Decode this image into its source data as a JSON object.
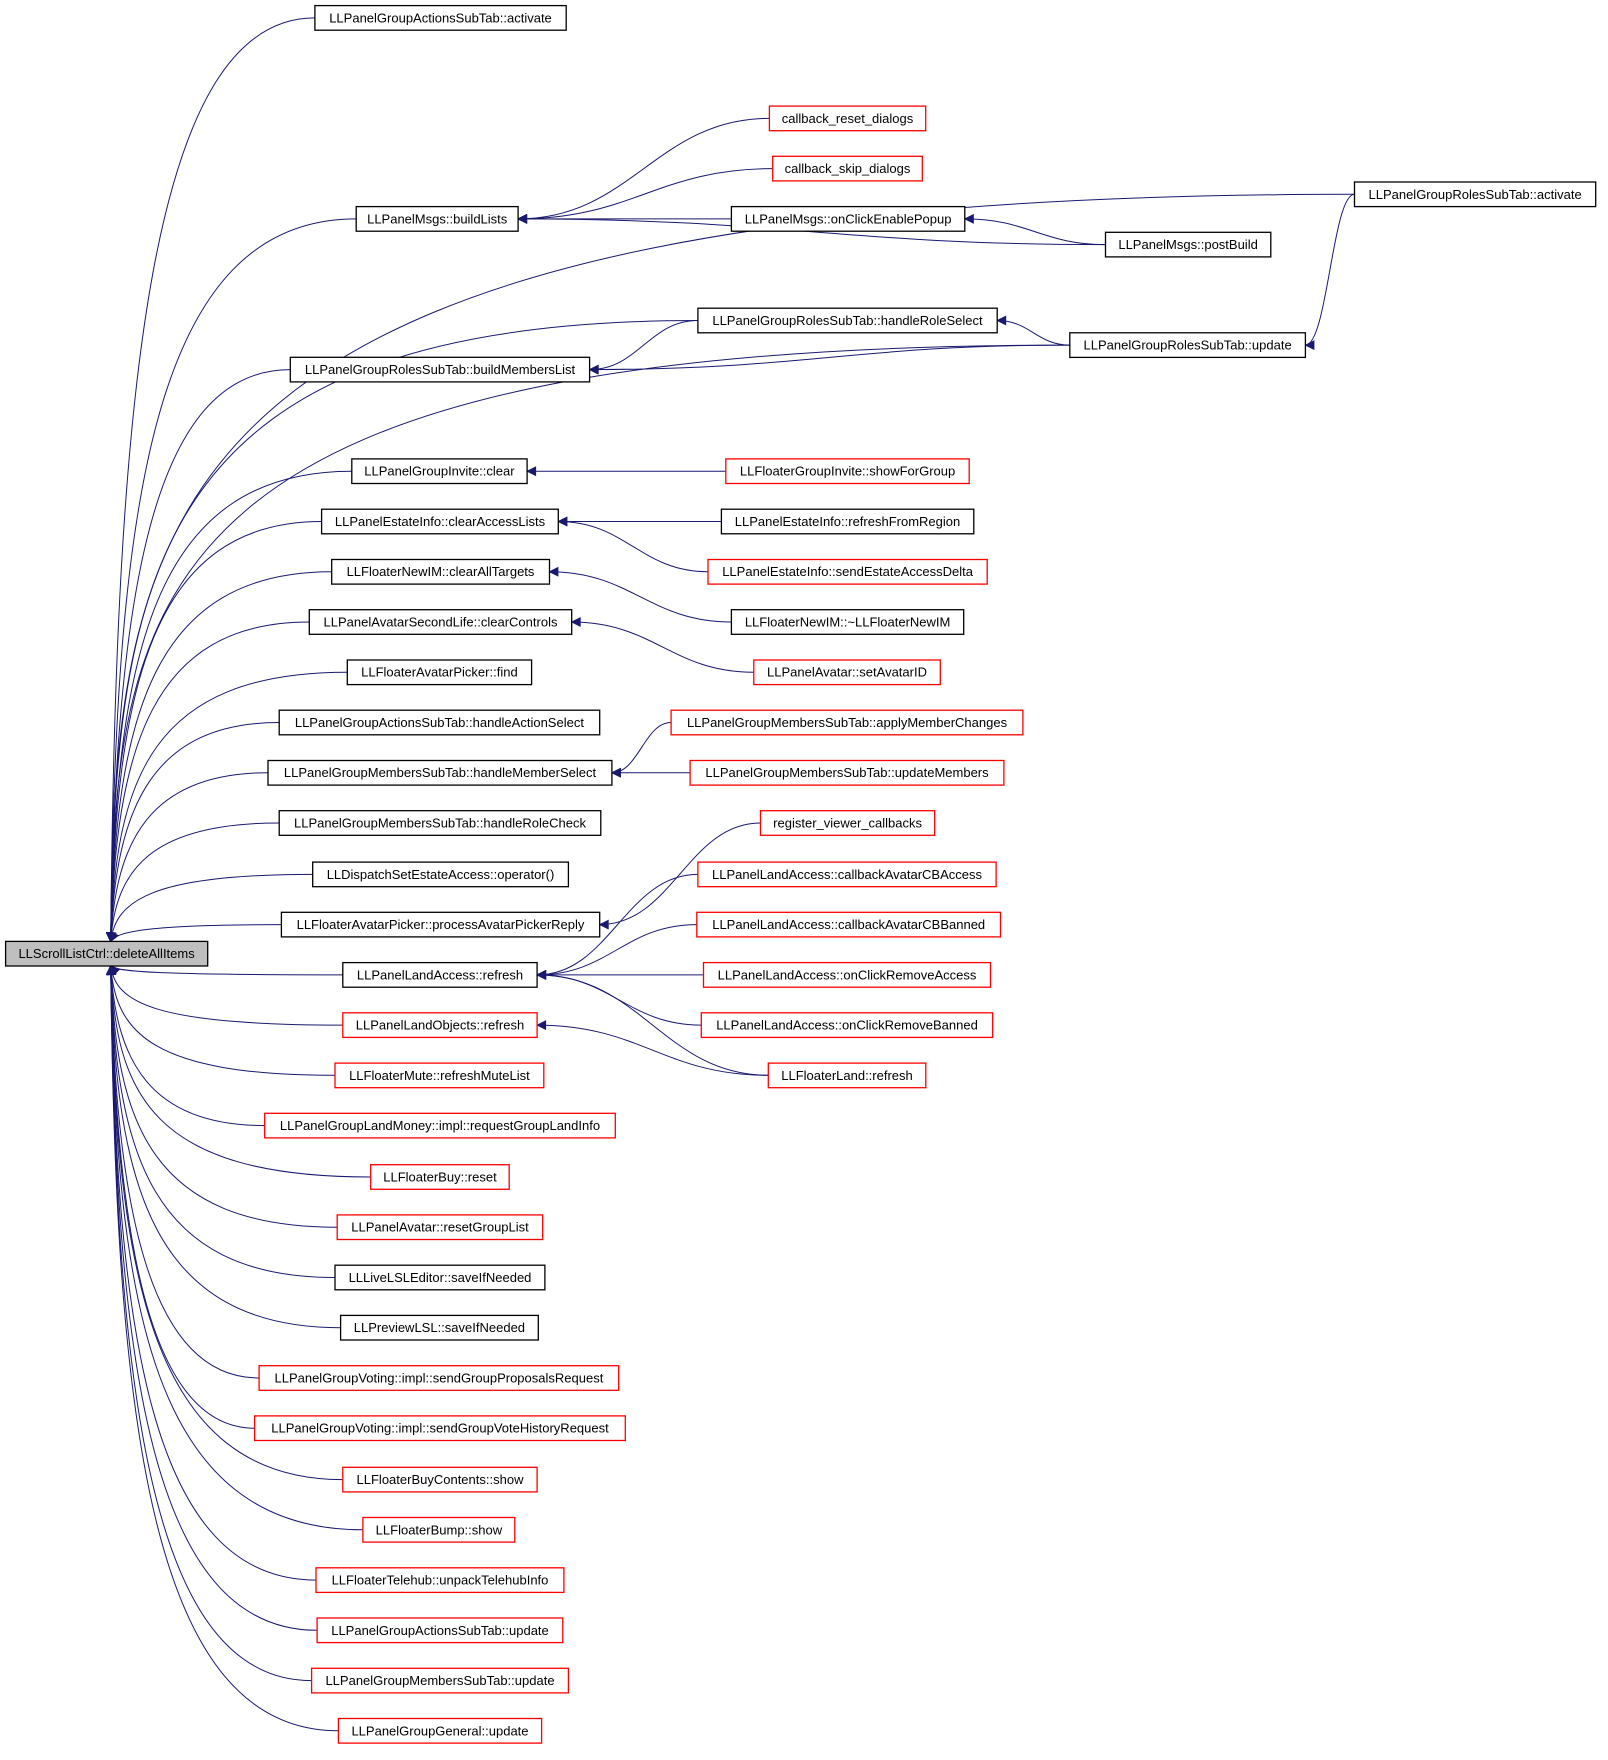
{
  "colors": {
    "edge": "#191970",
    "arrowhead": "#191970",
    "node_border_documented": "#000000",
    "node_border_undocumented": "#ff0000",
    "root_fill": "#bfbfbf",
    "node_fill": "#ffffff"
  },
  "nodes": [
    {
      "id": "root",
      "label": "LLScrollListCtrl::deleteAllItems",
      "style": "root"
    },
    {
      "id": "n1",
      "label": "LLPanelGroupActionsSubTab::activate",
      "style": "black"
    },
    {
      "id": "n2",
      "label": "callback_reset_dialogs",
      "style": "red"
    },
    {
      "id": "n3",
      "label": "callback_skip_dialogs",
      "style": "red"
    },
    {
      "id": "n4",
      "label": "LLPanelMsgs::buildLists",
      "style": "black"
    },
    {
      "id": "n5",
      "label": "LLPanelMsgs::onClickEnablePopup",
      "style": "black"
    },
    {
      "id": "n6",
      "label": "LLPanelMsgs::postBuild",
      "style": "black"
    },
    {
      "id": "n7",
      "label": "LLPanelGroupRolesSubTab::activate",
      "style": "black"
    },
    {
      "id": "n8",
      "label": "LLPanelGroupRolesSubTab::handleRoleSelect",
      "style": "black"
    },
    {
      "id": "n9",
      "label": "LLPanelGroupRolesSubTab::update",
      "style": "black"
    },
    {
      "id": "n10",
      "label": "LLPanelGroupRolesSubTab::buildMembersList",
      "style": "black"
    },
    {
      "id": "n11",
      "label": "LLPanelGroupInvite::clear",
      "style": "black"
    },
    {
      "id": "n12",
      "label": "LLFloaterGroupInvite::showForGroup",
      "style": "red"
    },
    {
      "id": "n13",
      "label": "LLPanelEstateInfo::clearAccessLists",
      "style": "black"
    },
    {
      "id": "n14",
      "label": "LLPanelEstateInfo::refreshFromRegion",
      "style": "black"
    },
    {
      "id": "n15",
      "label": "LLPanelEstateInfo::sendEstateAccessDelta",
      "style": "red"
    },
    {
      "id": "n16",
      "label": "LLFloaterNewIM::clearAllTargets",
      "style": "black"
    },
    {
      "id": "n17",
      "label": "LLFloaterNewIM::~LLFloaterNewIM",
      "style": "black"
    },
    {
      "id": "n18",
      "label": "LLPanelAvatarSecondLife::clearControls",
      "style": "black"
    },
    {
      "id": "n19",
      "label": "LLPanelAvatar::setAvatarID",
      "style": "red"
    },
    {
      "id": "n20",
      "label": "LLFloaterAvatarPicker::find",
      "style": "black"
    },
    {
      "id": "n21",
      "label": "LLPanelGroupActionsSubTab::handleActionSelect",
      "style": "black"
    },
    {
      "id": "n22",
      "label": "LLPanelGroupMembersSubTab::applyMemberChanges",
      "style": "red"
    },
    {
      "id": "n23",
      "label": "LLPanelGroupMembersSubTab::handleMemberSelect",
      "style": "black"
    },
    {
      "id": "n24",
      "label": "LLPanelGroupMembersSubTab::updateMembers",
      "style": "red"
    },
    {
      "id": "n25",
      "label": "LLPanelGroupMembersSubTab::handleRoleCheck",
      "style": "black"
    },
    {
      "id": "n26",
      "label": "register_viewer_callbacks",
      "style": "red"
    },
    {
      "id": "n27",
      "label": "LLDispatchSetEstateAccess::operator()",
      "style": "black"
    },
    {
      "id": "n28",
      "label": "LLPanelLandAccess::callbackAvatarCBAccess",
      "style": "red"
    },
    {
      "id": "n29",
      "label": "LLFloaterAvatarPicker::processAvatarPickerReply",
      "style": "black"
    },
    {
      "id": "n30",
      "label": "LLPanelLandAccess::callbackAvatarCBBanned",
      "style": "red"
    },
    {
      "id": "n31",
      "label": "LLPanelLandAccess::refresh",
      "style": "black"
    },
    {
      "id": "n32",
      "label": "LLPanelLandAccess::onClickRemoveAccess",
      "style": "red"
    },
    {
      "id": "n33",
      "label": "LLPanelLandObjects::refresh",
      "style": "red"
    },
    {
      "id": "n34",
      "label": "LLPanelLandAccess::onClickRemoveBanned",
      "style": "red"
    },
    {
      "id": "n35",
      "label": "LLFloaterMute::refreshMuteList",
      "style": "red"
    },
    {
      "id": "n36",
      "label": "LLFloaterLand::refresh",
      "style": "red"
    },
    {
      "id": "n37",
      "label": "LLPanelGroupLandMoney::impl::requestGroupLandInfo",
      "style": "red"
    },
    {
      "id": "n38",
      "label": "LLFloaterBuy::reset",
      "style": "red"
    },
    {
      "id": "n39",
      "label": "LLPanelAvatar::resetGroupList",
      "style": "red"
    },
    {
      "id": "n40",
      "label": "LLLiveLSLEditor::saveIfNeeded",
      "style": "black"
    },
    {
      "id": "n41",
      "label": "LLPreviewLSL::saveIfNeeded",
      "style": "black"
    },
    {
      "id": "n42",
      "label": "LLPanelGroupVoting::impl::sendGroupProposalsRequest",
      "style": "red"
    },
    {
      "id": "n43",
      "label": "LLPanelGroupVoting::impl::sendGroupVoteHistoryRequest",
      "style": "red"
    },
    {
      "id": "n44",
      "label": "LLFloaterBuyContents::show",
      "style": "red"
    },
    {
      "id": "n45",
      "label": "LLFloaterBump::show",
      "style": "red"
    },
    {
      "id": "n46",
      "label": "LLFloaterTelehub::unpackTelehubInfo",
      "style": "red"
    },
    {
      "id": "n47",
      "label": "LLPanelGroupActionsSubTab::update",
      "style": "red"
    },
    {
      "id": "n48",
      "label": "LLPanelGroupMembersSubTab::update",
      "style": "red"
    },
    {
      "id": "n49",
      "label": "LLPanelGroupGeneral::update",
      "style": "red"
    }
  ],
  "edges": [
    {
      "from": "n1",
      "to": "root"
    },
    {
      "from": "n7",
      "to": "root"
    },
    {
      "from": "n4",
      "to": "root"
    },
    {
      "from": "n8",
      "to": "root"
    },
    {
      "from": "n10",
      "to": "root"
    },
    {
      "from": "n9",
      "to": "root"
    },
    {
      "from": "n11",
      "to": "root"
    },
    {
      "from": "n13",
      "to": "root"
    },
    {
      "from": "n16",
      "to": "root"
    },
    {
      "from": "n18",
      "to": "root"
    },
    {
      "from": "n20",
      "to": "root"
    },
    {
      "from": "n21",
      "to": "root"
    },
    {
      "from": "n23",
      "to": "root"
    },
    {
      "from": "n25",
      "to": "root"
    },
    {
      "from": "n27",
      "to": "root"
    },
    {
      "from": "n29",
      "to": "root"
    },
    {
      "from": "n31",
      "to": "root"
    },
    {
      "from": "n33",
      "to": "root"
    },
    {
      "from": "n35",
      "to": "root"
    },
    {
      "from": "n37",
      "to": "root"
    },
    {
      "from": "n38",
      "to": "root"
    },
    {
      "from": "n39",
      "to": "root"
    },
    {
      "from": "n40",
      "to": "root"
    },
    {
      "from": "n41",
      "to": "root"
    },
    {
      "from": "n42",
      "to": "root"
    },
    {
      "from": "n43",
      "to": "root"
    },
    {
      "from": "n44",
      "to": "root"
    },
    {
      "from": "n45",
      "to": "root"
    },
    {
      "from": "n46",
      "to": "root"
    },
    {
      "from": "n47",
      "to": "root"
    },
    {
      "from": "n48",
      "to": "root"
    },
    {
      "from": "n49",
      "to": "root"
    },
    {
      "from": "n2",
      "to": "n4"
    },
    {
      "from": "n3",
      "to": "n4"
    },
    {
      "from": "n5",
      "to": "n4"
    },
    {
      "from": "n6",
      "to": "n4"
    },
    {
      "from": "n6",
      "to": "n5"
    },
    {
      "from": "n7",
      "to": "n9"
    },
    {
      "from": "n9",
      "to": "n8"
    },
    {
      "from": "n8",
      "to": "n10"
    },
    {
      "from": "n9",
      "to": "n10"
    },
    {
      "from": "n12",
      "to": "n11"
    },
    {
      "from": "n14",
      "to": "n13"
    },
    {
      "from": "n15",
      "to": "n13"
    },
    {
      "from": "n17",
      "to": "n16"
    },
    {
      "from": "n19",
      "to": "n18"
    },
    {
      "from": "n22",
      "to": "n23"
    },
    {
      "from": "n24",
      "to": "n23"
    },
    {
      "from": "n26",
      "to": "n29"
    },
    {
      "from": "n28",
      "to": "n31"
    },
    {
      "from": "n30",
      "to": "n31"
    },
    {
      "from": "n32",
      "to": "n31"
    },
    {
      "from": "n34",
      "to": "n31"
    },
    {
      "from": "n36",
      "to": "n31"
    },
    {
      "from": "n36",
      "to": "n33"
    }
  ]
}
